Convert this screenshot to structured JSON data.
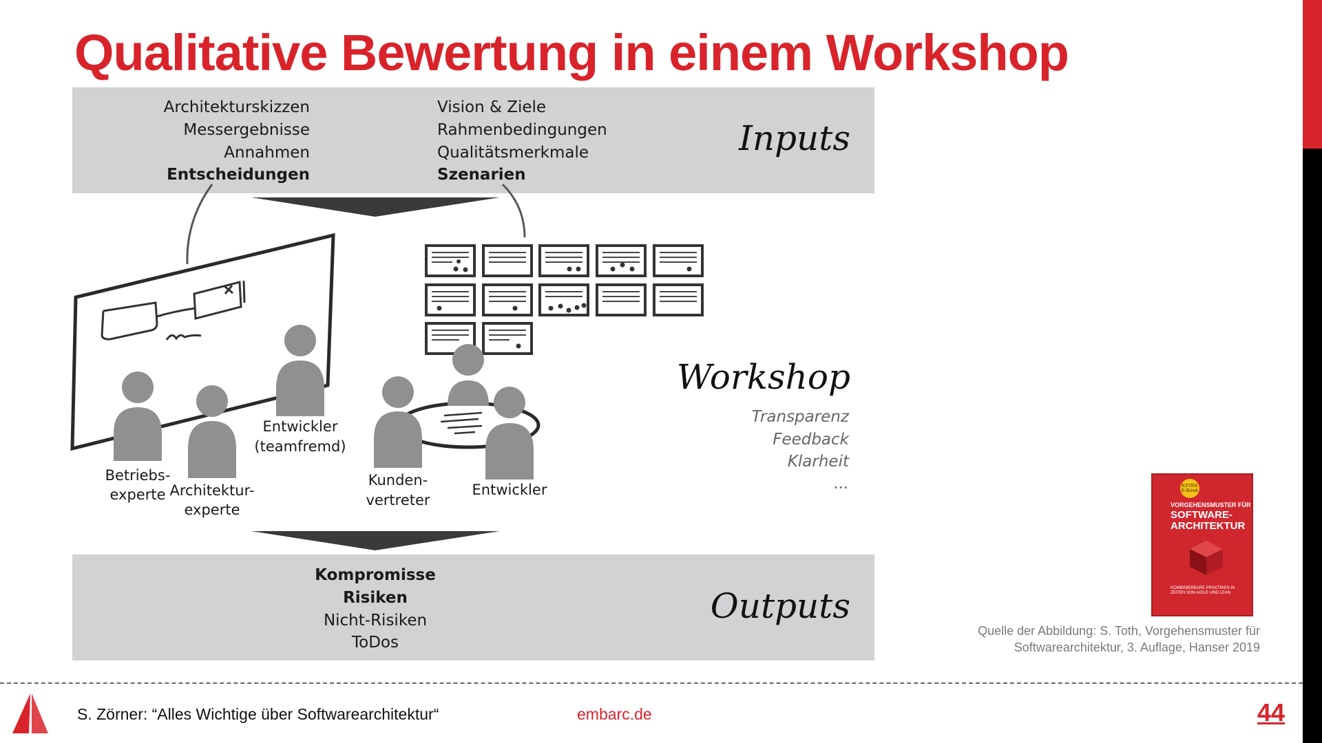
{
  "slide": {
    "title": "Qualitative Bewertung in einem Workshop",
    "colors": {
      "accent": "#d9232b",
      "box": "#d1d2d3",
      "figure": "#8f9091"
    }
  },
  "inputs": {
    "label": "Inputs",
    "left": [
      "Architekturskizzen",
      "Messergebnisse",
      "Annahmen",
      "Entscheidungen"
    ],
    "right": [
      "Vision & Ziele",
      "Rahmenbedingungen",
      "Qualitätsmerkmale",
      "Szenarien"
    ]
  },
  "workshop": {
    "label": "Workshop",
    "qualities": [
      "Transparenz",
      "Feedback",
      "Klarheit",
      "..."
    ]
  },
  "participants": {
    "betrieb": [
      "Betriebs-",
      "experte"
    ],
    "architekt": [
      "Architektur-",
      "experte"
    ],
    "entwickler_fremd": [
      "Entwickler",
      "(teamfremd)"
    ],
    "kunde": [
      "Kunden-",
      "vertreter"
    ],
    "entwickler": [
      "Entwickler"
    ]
  },
  "outputs": {
    "label": "Outputs",
    "items": [
      "Kompromisse",
      "Risiken",
      "Nicht-Risiken",
      "ToDos"
    ]
  },
  "book": {
    "badge": "EXTRA E-Book",
    "pretitle": "VORGEHENSMUSTER FÜR",
    "title_lines": [
      "SOFTWARE-",
      "ARCHITEKTUR"
    ],
    "subtitle": "KOMBINIERBARE PRAKTIKEN IN ZEITEN VON AGILE UND LEAN"
  },
  "source": {
    "line1": "Quelle der Abbildung:  S. Toth, Vorgehensmuster für",
    "line2": "Softwarearchitektur, 3. Auflage, Hanser 2019"
  },
  "footer": {
    "left": "S. Zörner: “Alles Wichtige über Softwarearchitektur“",
    "center": "embarc.de",
    "page": "44"
  }
}
